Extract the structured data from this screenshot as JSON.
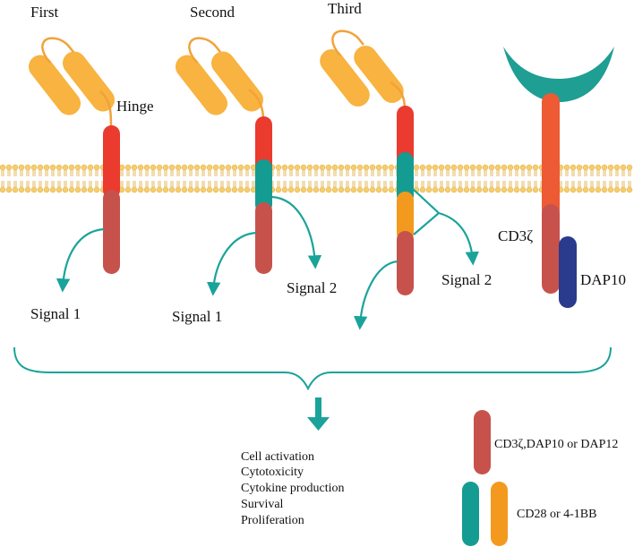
{
  "colors": {
    "scfv": "#F8B340",
    "hinge": "#F2A23A",
    "transmembrane": "#EA3B2E",
    "cd3z_domain": "#C7524C",
    "costim_cd28": "#149C92",
    "costim_41bb": "#F39A1E",
    "nk_receptor_head": "#1F9E93",
    "nk_receptor_stalk": "#EE5A34",
    "dap10": "#2A3A8C",
    "membrane_head": "#F5CE6E",
    "membrane_tail": "#E0A93A",
    "arrow": "#1AA39A",
    "text": "#111111"
  },
  "generations": {
    "first": "First",
    "second": "Second",
    "third": "Third"
  },
  "labels": {
    "hinge": "Hinge",
    "signal1_first": "Signal 1",
    "signal1_second": "Signal 1",
    "signal2_second": "Signal 2",
    "signal2_third": "Signal 2",
    "cd3z": "CD3ζ",
    "dap10": "DAP10"
  },
  "outcomes": [
    "Cell activation",
    "Cytotoxicity",
    "Cytokine production",
    "Survival",
    "Proliferation"
  ],
  "legend": {
    "signal_domain": "CD3ζ,DAP10 or DAP12",
    "costim_domain": "CD28 or 4-1BB"
  }
}
